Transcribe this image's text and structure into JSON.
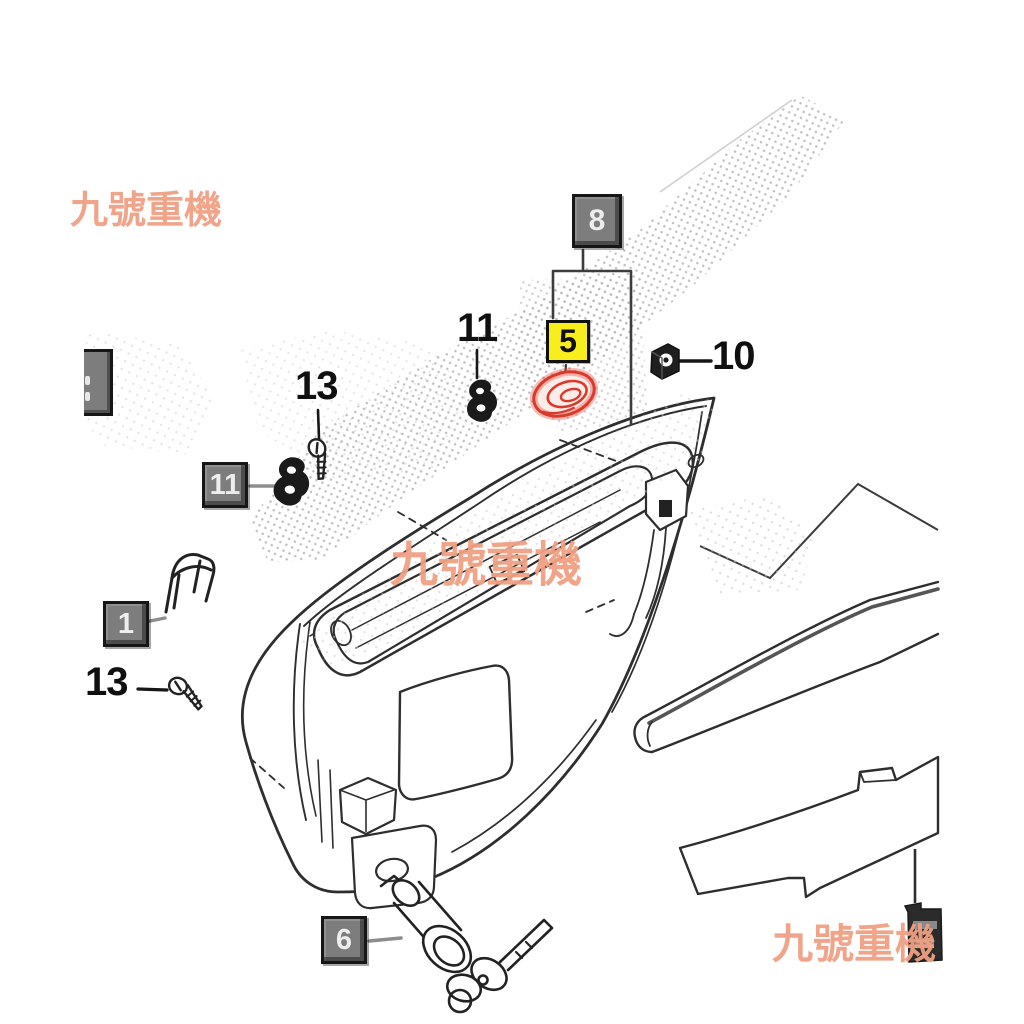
{
  "diagram": {
    "part_numbers_visible": [
      "1",
      "5",
      "6",
      "8",
      "10",
      "11",
      "13"
    ],
    "highlighted_part": {
      "label": "5",
      "highlight_color": "#d93a2b"
    }
  },
  "callouts": [
    {
      "label": "8",
      "style": "box-dark"
    },
    {
      "label": "5",
      "style": "box-yellow-highlight"
    },
    {
      "label": "10",
      "style": "plain"
    },
    {
      "label": "11",
      "style": "plain"
    },
    {
      "label": "13",
      "style": "plain"
    },
    {
      "label": "11",
      "style": "box-dark"
    },
    {
      "label": "1",
      "style": "box-dark"
    },
    {
      "label": "13",
      "style": "plain"
    },
    {
      "label": "6",
      "style": "box-dark"
    },
    {
      "label": "",
      "style": "box-dark-partial-cut-off"
    }
  ],
  "watermarks": {
    "color": "#f0a083",
    "items": [
      {
        "text": "九號重機",
        "position": "top-left"
      },
      {
        "text": "九號重機",
        "position": "center"
      },
      {
        "text": "九號重機",
        "position": "bottom-right"
      }
    ]
  },
  "colors": {
    "label_box_gray": "#7d7d7d",
    "label_box_yellow": "#f8ee1c",
    "highlight_red": "#d93a2b",
    "line_art": "#2e2e2e",
    "halftone_dots": "#bdbdbd",
    "background": "#ffffff"
  }
}
